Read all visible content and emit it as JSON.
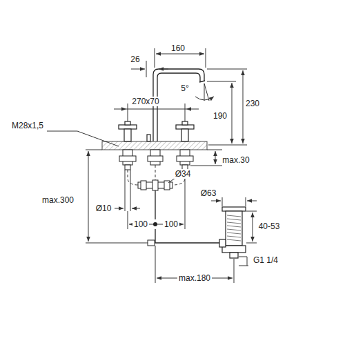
{
  "diagram": {
    "labels": [
      "26",
      "160",
      "5°",
      "270x70",
      "M28x1,5",
      "190",
      "230",
      "max.30",
      "Ø34",
      "max.300",
      "Ø10",
      "Ø63",
      "100",
      "100",
      "40-53",
      "G1 1/4",
      "max.180"
    ]
  }
}
